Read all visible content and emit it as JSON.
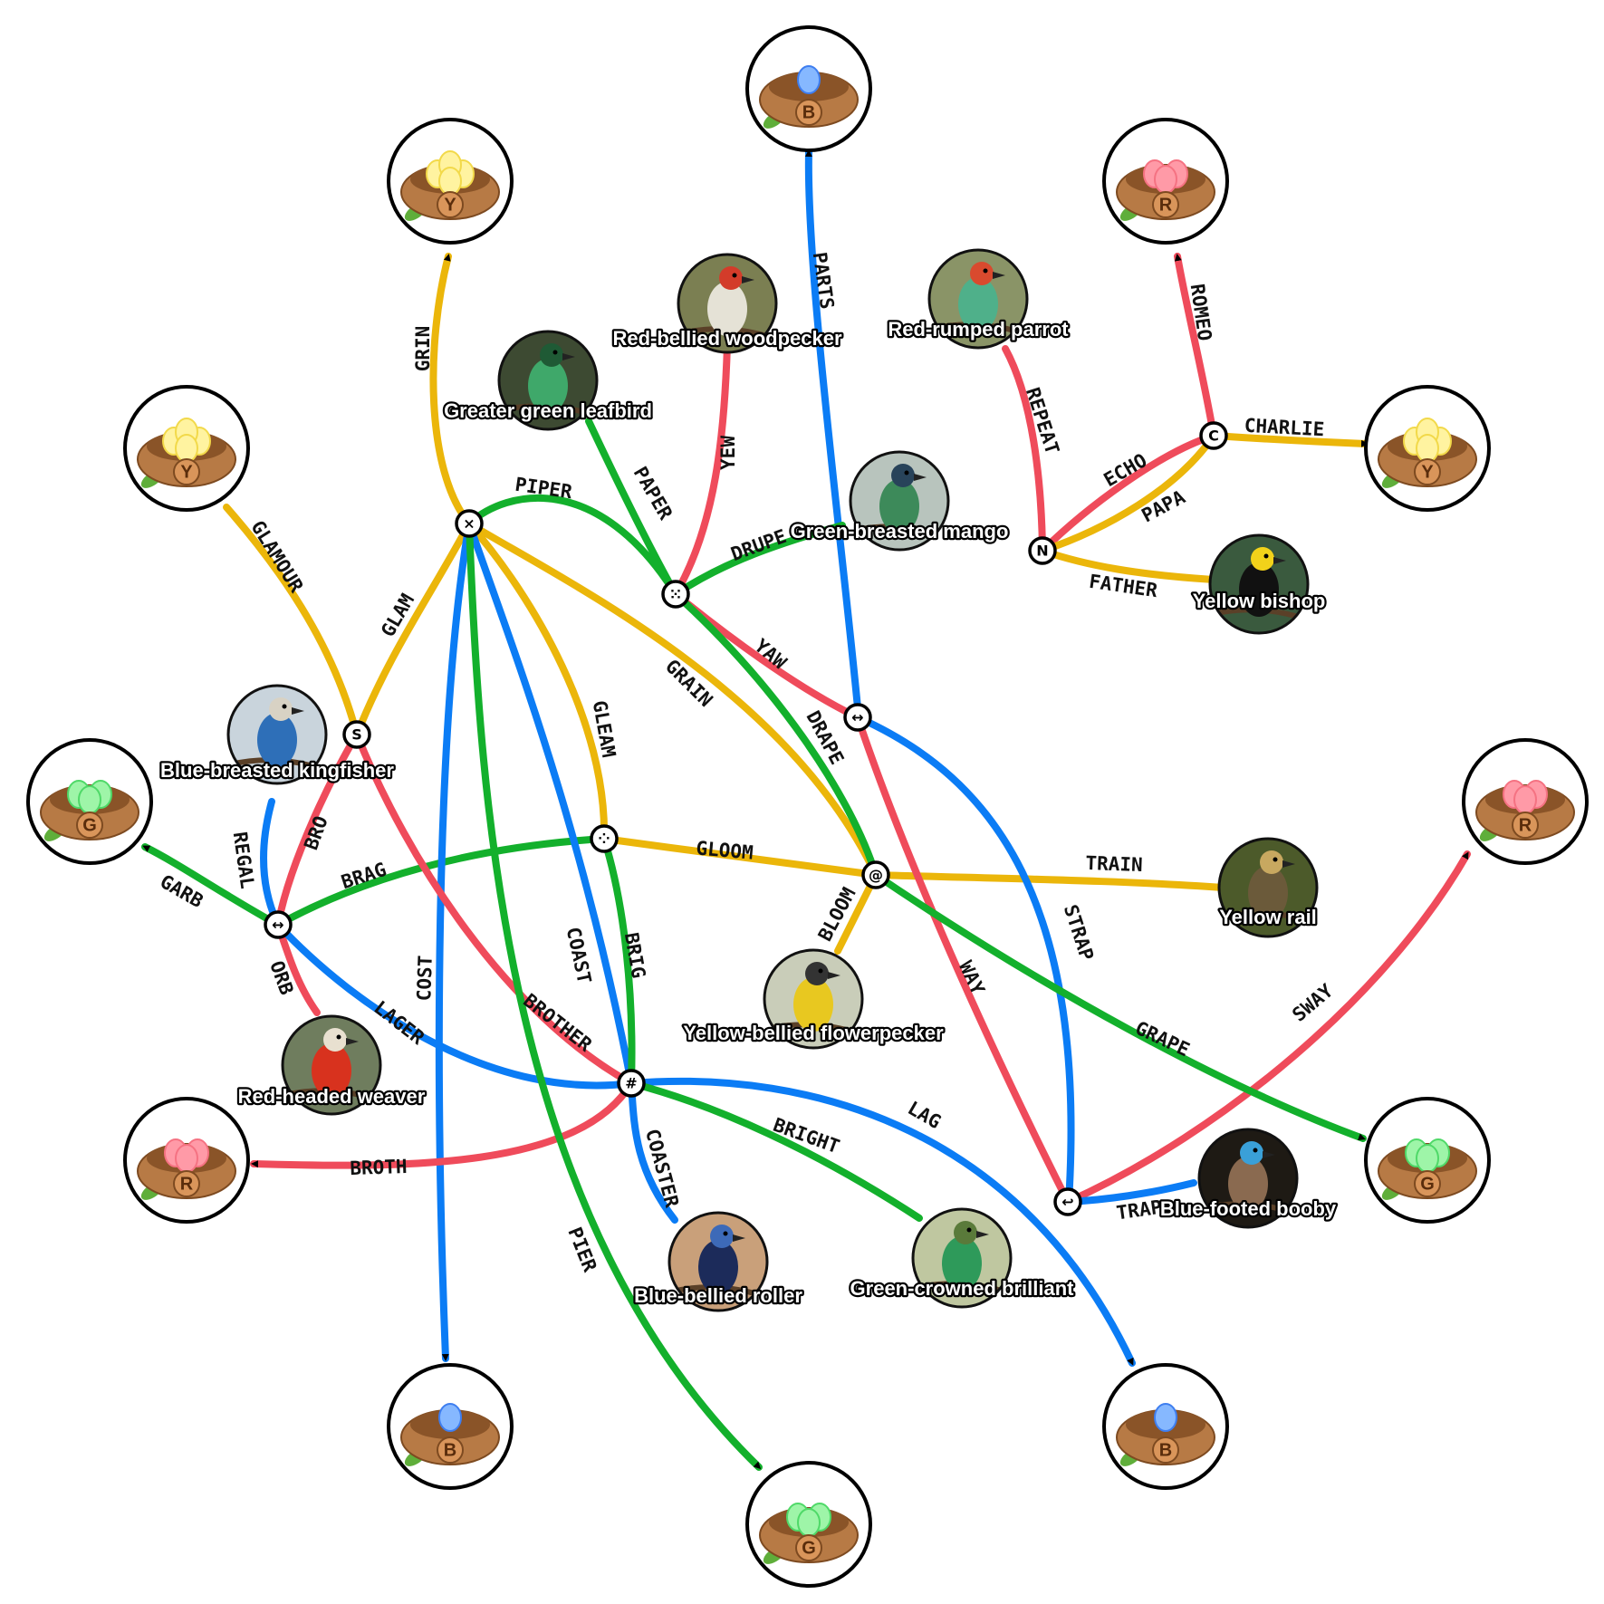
{
  "colors": {
    "red": "#ef4b5b",
    "yellow": "#ebb60a",
    "green": "#13b02c",
    "blue": "#0b7cf5"
  },
  "nests": [
    {
      "id": "nest-b-top",
      "letter": "B",
      "egg": "blue"
    },
    {
      "id": "nest-y-topleft",
      "letter": "Y",
      "egg": "yellow"
    },
    {
      "id": "nest-r-topright",
      "letter": "R",
      "egg": "red"
    },
    {
      "id": "nest-y-left",
      "letter": "Y",
      "egg": "yellow"
    },
    {
      "id": "nest-y-right",
      "letter": "Y",
      "egg": "yellow"
    },
    {
      "id": "nest-g-left",
      "letter": "G",
      "egg": "green"
    },
    {
      "id": "nest-r-right",
      "letter": "R",
      "egg": "red"
    },
    {
      "id": "nest-r-left",
      "letter": "R",
      "egg": "red"
    },
    {
      "id": "nest-g-right",
      "letter": "G",
      "egg": "green"
    },
    {
      "id": "nest-b-bottomleft",
      "letter": "B",
      "egg": "blue"
    },
    {
      "id": "nest-b-bottomright",
      "letter": "B",
      "egg": "blue"
    },
    {
      "id": "nest-g-bottom",
      "letter": "G",
      "egg": "green"
    }
  ],
  "birds": [
    {
      "id": "red-bellied-woodpecker",
      "name": "Red-bellied woodpecker"
    },
    {
      "id": "red-rumped-parrot",
      "name": "Red-rumped parrot"
    },
    {
      "id": "greater-green-leafbird",
      "name": "Greater green leafbird"
    },
    {
      "id": "green-breasted-mango",
      "name": "Green-breasted mango"
    },
    {
      "id": "yellow-bishop",
      "name": "Yellow bishop"
    },
    {
      "id": "blue-breasted-kingfisher",
      "name": "Blue-breasted kingfisher"
    },
    {
      "id": "yellow-rail",
      "name": "Yellow rail"
    },
    {
      "id": "yellow-bellied-flowerpecker",
      "name": "Yellow-bellied flowerpecker"
    },
    {
      "id": "red-headed-weaver",
      "name": "Red-headed weaver"
    },
    {
      "id": "blue-footed-booby",
      "name": "Blue-footed booby"
    },
    {
      "id": "blue-bellied-roller",
      "name": "Blue-bellied roller"
    },
    {
      "id": "green-crowned-brilliant",
      "name": "Green-crowned brilliant"
    }
  ],
  "junctions": [
    {
      "id": "junction-x",
      "glyph": "×"
    },
    {
      "id": "junction-dice-five",
      "glyph": "⁙"
    },
    {
      "id": "junction-arrows-upper",
      "glyph": "↔"
    },
    {
      "id": "junction-n",
      "glyph": "N"
    },
    {
      "id": "junction-c",
      "glyph": "C"
    },
    {
      "id": "junction-s",
      "glyph": "S"
    },
    {
      "id": "junction-dice-four",
      "glyph": "⁘"
    },
    {
      "id": "junction-swirl",
      "glyph": "@"
    },
    {
      "id": "junction-arrows-left",
      "glyph": "↔"
    },
    {
      "id": "junction-hash",
      "glyph": "#"
    },
    {
      "id": "junction-hook",
      "glyph": "↩"
    }
  ],
  "edges": [
    {
      "label": "PARTS",
      "color": "blue"
    },
    {
      "label": "GRIN",
      "color": "yellow"
    },
    {
      "label": "ROMEO",
      "color": "red"
    },
    {
      "label": "YEW",
      "color": "red"
    },
    {
      "label": "REPEAT",
      "color": "red"
    },
    {
      "label": "PAPER",
      "color": "green"
    },
    {
      "label": "CHARLIE",
      "color": "yellow"
    },
    {
      "label": "ECHO",
      "color": "red"
    },
    {
      "label": "PAPA",
      "color": "yellow"
    },
    {
      "label": "FATHER",
      "color": "yellow"
    },
    {
      "label": "PIPER",
      "color": "green"
    },
    {
      "label": "GLAMOUR",
      "color": "yellow"
    },
    {
      "label": "DRUPE",
      "color": "green"
    },
    {
      "label": "GLAM",
      "color": "yellow"
    },
    {
      "label": "YAW",
      "color": "red"
    },
    {
      "label": "GRAIN",
      "color": "yellow"
    },
    {
      "label": "GLEAM",
      "color": "yellow"
    },
    {
      "label": "DRAPE",
      "color": "green"
    },
    {
      "label": "BRO",
      "color": "red"
    },
    {
      "label": "REGAL",
      "color": "blue"
    },
    {
      "label": "GLOOM",
      "color": "yellow"
    },
    {
      "label": "TRAIN",
      "color": "yellow"
    },
    {
      "label": "BRAG",
      "color": "green"
    },
    {
      "label": "GARB",
      "color": "green"
    },
    {
      "label": "BLOOM",
      "color": "yellow"
    },
    {
      "label": "STRAP",
      "color": "blue"
    },
    {
      "label": "COAST",
      "color": "blue"
    },
    {
      "label": "BRIG",
      "color": "green"
    },
    {
      "label": "ORB",
      "color": "red"
    },
    {
      "label": "COST",
      "color": "blue"
    },
    {
      "label": "WAY",
      "color": "red"
    },
    {
      "label": "SWAY",
      "color": "red"
    },
    {
      "label": "LAGER",
      "color": "blue"
    },
    {
      "label": "BROTHER",
      "color": "red"
    },
    {
      "label": "GRAPE",
      "color": "green"
    },
    {
      "label": "LAG",
      "color": "blue"
    },
    {
      "label": "BRIGHT",
      "color": "green"
    },
    {
      "label": "BROTH",
      "color": "red"
    },
    {
      "label": "COASTER",
      "color": "blue"
    },
    {
      "label": "TRAP",
      "color": "blue"
    },
    {
      "label": "PIER",
      "color": "green"
    }
  ]
}
